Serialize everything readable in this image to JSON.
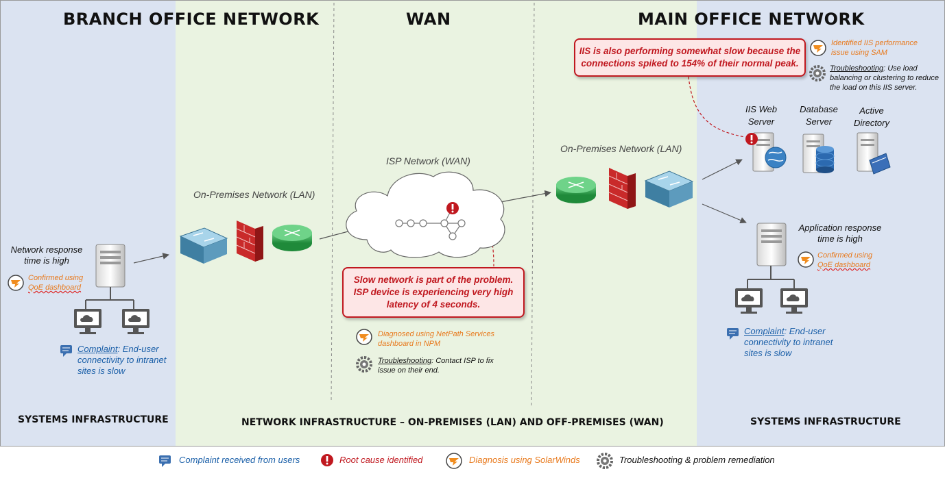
{
  "headers": {
    "branch": "BRANCH OFFICE NETWORK",
    "wan": "WAN",
    "main": "MAIN OFFICE NETWORK"
  },
  "footers": {
    "left": "SYSTEMS INFRASTRUCTURE",
    "center": "NETWORK INFRASTRUCTURE – ON-PREMISES (LAN) AND OFF-PREMISES (WAN)",
    "right": "SYSTEMS INFRASTRUCTURE"
  },
  "labels": {
    "branch_lan": "On-Premises Network (LAN)",
    "isp_wan": "ISP Network (WAN)",
    "main_lan": "On-Premises Network (LAN)",
    "iis_line1": "IIS Web",
    "iis_line2": "Server",
    "db_line1": "Database",
    "db_line2": "Server",
    "ad_line1": "Active",
    "ad_line2": "Directory"
  },
  "branch": {
    "response_line1": "Network response",
    "response_line2": "time is high",
    "confirm_line1": "Confirmed using",
    "confirm_line2": "QoE dashboard",
    "complaint_label": "Complaint",
    "complaint_line1": ": End-user",
    "complaint_line2": "connectivity to intranet",
    "complaint_line3": "sites is slow"
  },
  "wan": {
    "callout_line1": "Slow network is part of the problem.",
    "callout_line2": "ISP device is experiencing very high",
    "callout_line3": "latency of 4 seconds.",
    "diag_line1": "Diagnosed using NetPath Services",
    "diag_line2": "dashboard in NPM",
    "trouble_label": "Troubleshooting",
    "trouble_line1": ": Contact ISP to fix",
    "trouble_line2": "issue on their end."
  },
  "main": {
    "callout_line1": "IIS is also performing somewhat slow because the",
    "callout_line2": "connections spiked to 154% of their normal peak.",
    "sam_line1": "Identified IIS  performance",
    "sam_line2": "issue using SAM",
    "trouble_label": "Troubleshooting",
    "trouble_line1": ": Use load",
    "trouble_line2": "balancing or clustering to reduce",
    "trouble_line3": "the load on this IIS server.",
    "app_line1": "Application response",
    "app_line2": "time is high",
    "confirm_line1": "Confirmed using",
    "confirm_line2": "QoE dashboard",
    "complaint_label": "Complaint",
    "complaint_line1": ": End-user",
    "complaint_line2": "connectivity to intranet",
    "complaint_line3": "sites is slow"
  },
  "legend": {
    "complaint": "Complaint received from users",
    "root_cause": "Root cause identified",
    "diagnosis": "Diagnosis using SolarWinds",
    "troubleshooting": "Troubleshooting & problem remediation"
  },
  "colors": {
    "systems_bg": "#dbe3f1",
    "network_bg": "#eaf3e1",
    "root_red": "#c0181f",
    "orange": "#e8791c",
    "blue": "#1a5fa8"
  }
}
